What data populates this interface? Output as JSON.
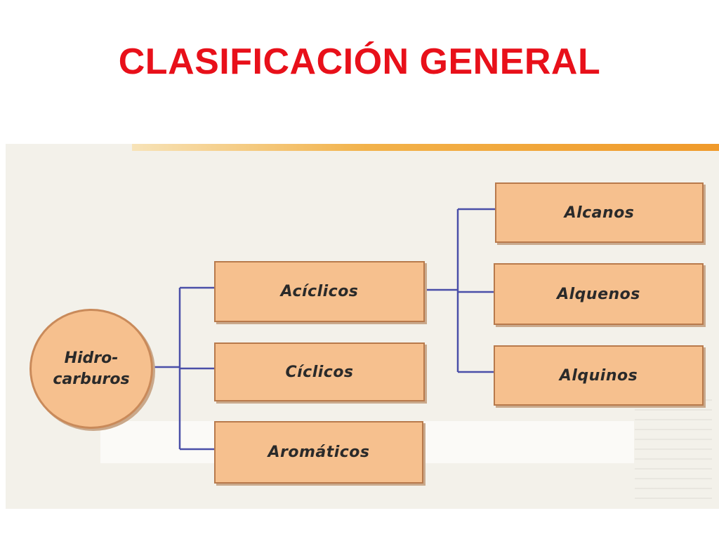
{
  "title": "CLASIFICACIÓN GENERAL",
  "diagram": {
    "root": {
      "line1": "Hidro-",
      "line2": "carburos"
    },
    "level1": [
      {
        "label": "Acíclicos"
      },
      {
        "label": "Cíclicos"
      },
      {
        "label": "Aromáticos"
      }
    ],
    "level2": [
      {
        "label": "Alcanos"
      },
      {
        "label": "Alquenos"
      },
      {
        "label": "Alquinos"
      }
    ]
  },
  "colors": {
    "title": "#e8101a",
    "node_fill": "#f6c08e",
    "node_border": "#b87a4c",
    "connector": "#4a4fa8",
    "panel_background": "#f3f1ea"
  }
}
